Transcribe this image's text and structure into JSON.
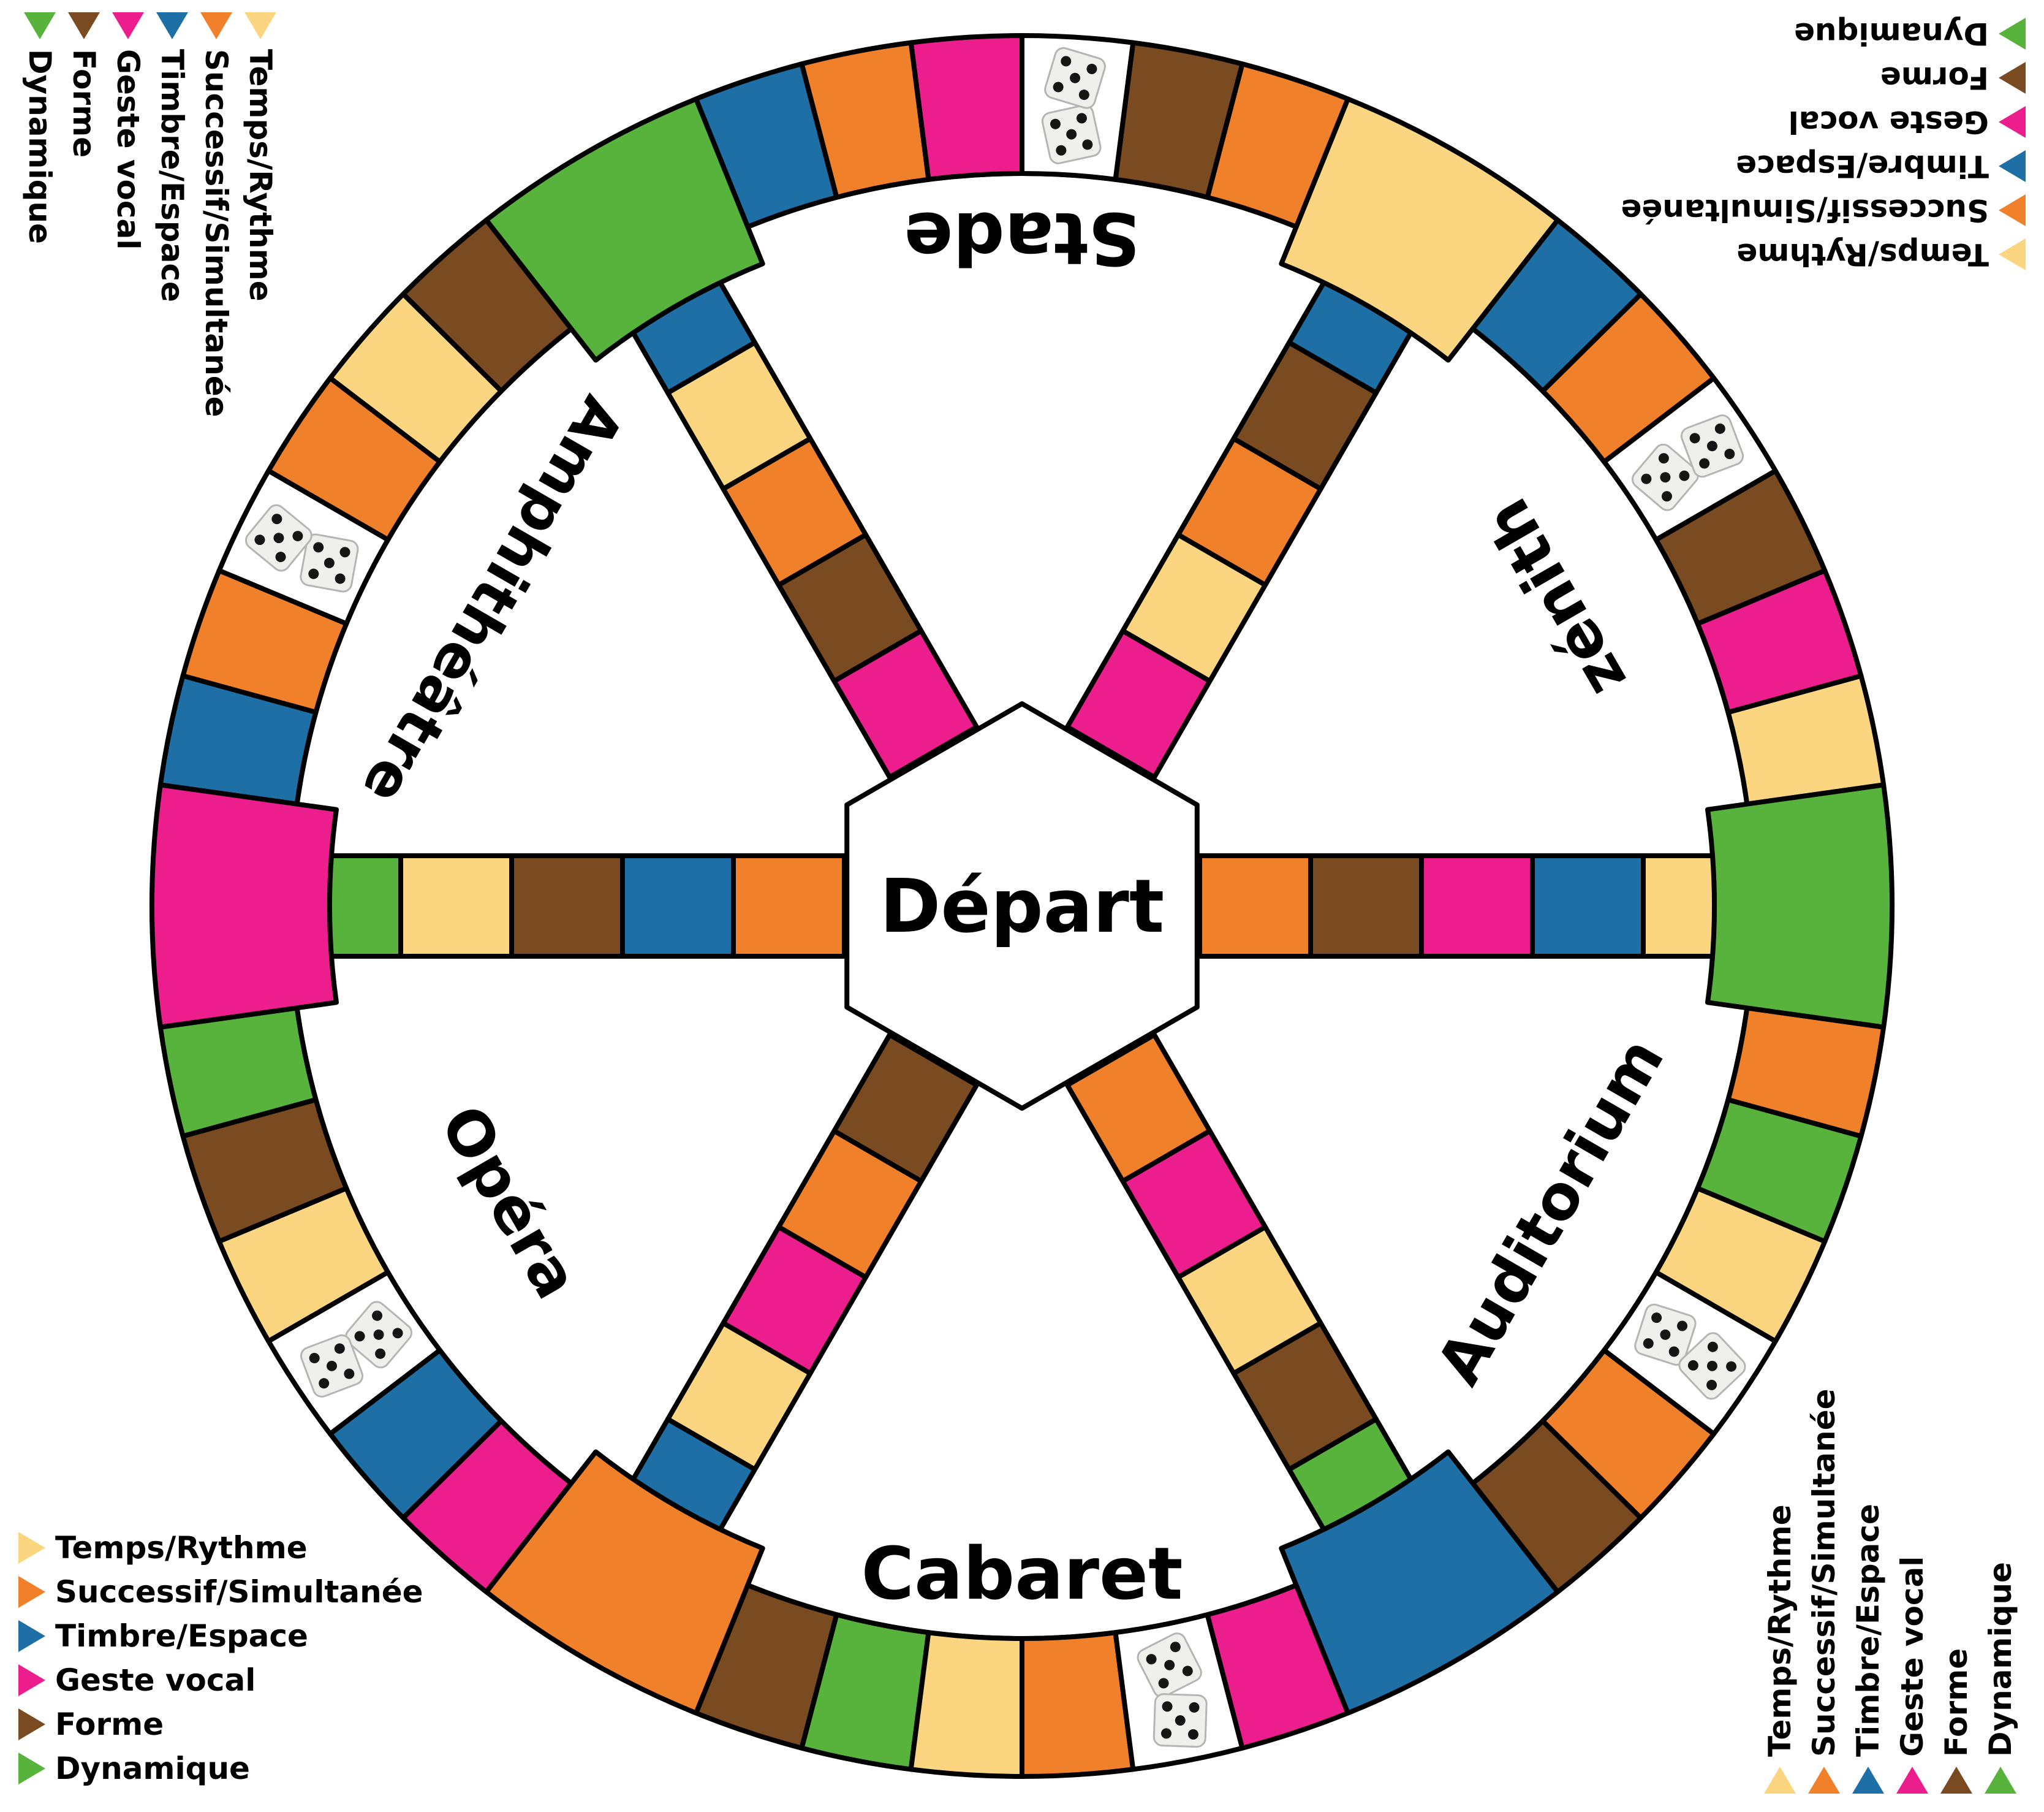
{
  "palette": {
    "yellow": "#FBD57F",
    "orange": "#F0802A",
    "blue": "#1E6FA6",
    "pink": "#EC1E8E",
    "brown": "#7A4A21",
    "green": "#57B33C",
    "white": "#FFFFFF",
    "outline": "#000000"
  },
  "legend": {
    "items": [
      {
        "label": "Temps/Rythme",
        "color": "yellow",
        "icon": "yellow-triangle-icon"
      },
      {
        "label": "Successif/Simultanée",
        "color": "orange",
        "icon": "orange-triangle-icon"
      },
      {
        "label": "Timbre/Espace",
        "color": "blue",
        "icon": "blue-triangle-icon"
      },
      {
        "label": "Geste vocal",
        "color": "pink",
        "icon": "pink-triangle-icon"
      },
      {
        "label": "Forme",
        "color": "brown",
        "icon": "brown-triangle-icon"
      },
      {
        "label": "Dynamique",
        "color": "green",
        "icon": "green-triangle-icon"
      }
    ],
    "corners": [
      "top-left",
      "top-right",
      "bottom-left",
      "bottom-right"
    ]
  },
  "board": {
    "center_label": "Départ",
    "dice_icon": "dice-pair-icon",
    "sectors": [
      {
        "label": "Stade",
        "angle": 90
      },
      {
        "label": "zénith",
        "angle": 30
      },
      {
        "label": "Auditorium",
        "angle": 330
      },
      {
        "label": "Cabaret",
        "angle": 270
      },
      {
        "label": "Opéra",
        "angle": 210
      },
      {
        "label": "Amphithéâtre",
        "angle": 150
      }
    ],
    "ring": {
      "junctions": [
        {
          "angle": 0,
          "color": "green"
        },
        {
          "angle": 60,
          "color": "yellow"
        },
        {
          "angle": 120,
          "color": "green"
        },
        {
          "angle": 180,
          "color": "pink"
        },
        {
          "angle": 240,
          "color": "orange"
        },
        {
          "angle": 300,
          "color": "blue"
        }
      ],
      "arcs": [
        {
          "from": 0,
          "to": 60,
          "cells": [
            "yellow",
            "pink",
            "brown",
            "dice",
            "orange",
            "blue"
          ]
        },
        {
          "from": 60,
          "to": 120,
          "cells": [
            "orange",
            "brown",
            "dice",
            "pink",
            "orange",
            "blue"
          ]
        },
        {
          "from": 120,
          "to": 180,
          "cells": [
            "brown",
            "yellow",
            "orange",
            "dice",
            "orange",
            "blue"
          ]
        },
        {
          "from": 180,
          "to": 240,
          "cells": [
            "green",
            "brown",
            "yellow",
            "dice",
            "blue",
            "pink"
          ]
        },
        {
          "from": 240,
          "to": 300,
          "cells": [
            "brown",
            "green",
            "yellow",
            "orange",
            "dice",
            "pink"
          ]
        },
        {
          "from": 300,
          "to": 360,
          "cells": [
            "brown",
            "orange",
            "dice",
            "yellow",
            "green",
            "orange"
          ]
        }
      ]
    },
    "spokes": [
      {
        "angle": 0,
        "cells_ring_to_hub": [
          "yellow",
          "blue",
          "pink",
          "brown",
          "orange"
        ]
      },
      {
        "angle": 60,
        "cells_ring_to_hub": [
          "blue",
          "brown",
          "orange",
          "yellow",
          "pink"
        ]
      },
      {
        "angle": 120,
        "cells_ring_to_hub": [
          "blue",
          "yellow",
          "orange",
          "brown",
          "pink"
        ]
      },
      {
        "angle": 180,
        "cells_ring_to_hub": [
          "green",
          "yellow",
          "brown",
          "blue",
          "orange"
        ]
      },
      {
        "angle": 240,
        "cells_ring_to_hub": [
          "blue",
          "yellow",
          "pink",
          "orange",
          "brown"
        ]
      },
      {
        "angle": 300,
        "cells_ring_to_hub": [
          "green",
          "brown",
          "yellow",
          "pink",
          "orange"
        ]
      }
    ]
  }
}
